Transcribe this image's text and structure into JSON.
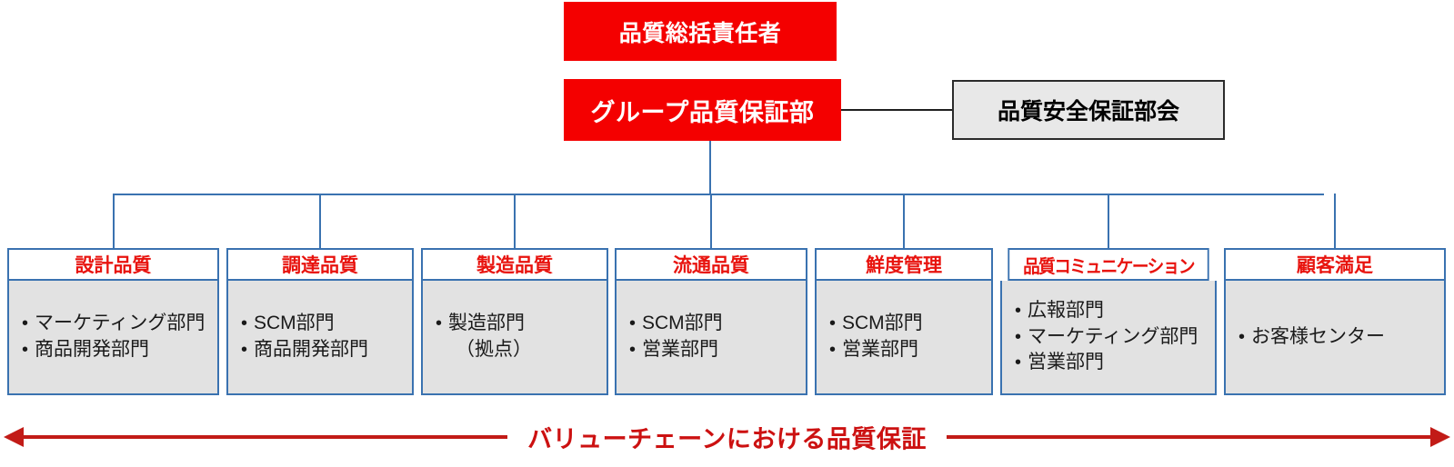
{
  "diagram": {
    "title": "品質保証体制図",
    "colors": {
      "red_box_fill": "#F40000",
      "red_box_text": "#FFFFFF",
      "committee_fill": "#E8E8E8",
      "committee_border": "#2B2B2B",
      "connector_blue": "#3A72B0",
      "header_text_red": "#E8130E",
      "body_fill": "#E2E2E2",
      "arrow_red": "#C21B17",
      "valuechain_text": "#CC1111"
    }
  },
  "top": {
    "executive_label": "品質総括責任者",
    "department_label": "グループ品質保証部",
    "committee_label": "品質安全保証部会"
  },
  "columns": [
    {
      "header": "設計品質",
      "condensed": false,
      "items": [
        {
          "text": "マーケティング部門",
          "bullet": true
        },
        {
          "text": "商品開発部門",
          "bullet": true
        }
      ]
    },
    {
      "header": "調達品質",
      "condensed": false,
      "items": [
        {
          "text": "SCM部門",
          "bullet": true
        },
        {
          "text": "商品開発部門",
          "bullet": true
        }
      ]
    },
    {
      "header": "製造品質",
      "condensed": false,
      "items": [
        {
          "text": "製造部門",
          "bullet": true
        },
        {
          "text": "（拠点）",
          "bullet": false
        }
      ]
    },
    {
      "header": "流通品質",
      "condensed": false,
      "items": [
        {
          "text": "SCM部門",
          "bullet": true
        },
        {
          "text": "営業部門",
          "bullet": true
        }
      ]
    },
    {
      "header": "鮮度管理",
      "condensed": false,
      "items": [
        {
          "text": "SCM部門",
          "bullet": true
        },
        {
          "text": "営業部門",
          "bullet": true
        }
      ]
    },
    {
      "header": "品質コミュニケーション",
      "condensed": true,
      "items": [
        {
          "text": "広報部門",
          "bullet": true
        },
        {
          "text": "マーケティング部門",
          "bullet": true
        },
        {
          "text": "営業部門",
          "bullet": true
        }
      ]
    },
    {
      "header": "顧客満足",
      "condensed": false,
      "items": [
        {
          "text": "お客様センター",
          "bullet": true
        }
      ]
    }
  ],
  "footer": {
    "valuechain_label": "バリューチェーンにおける品質保証"
  }
}
